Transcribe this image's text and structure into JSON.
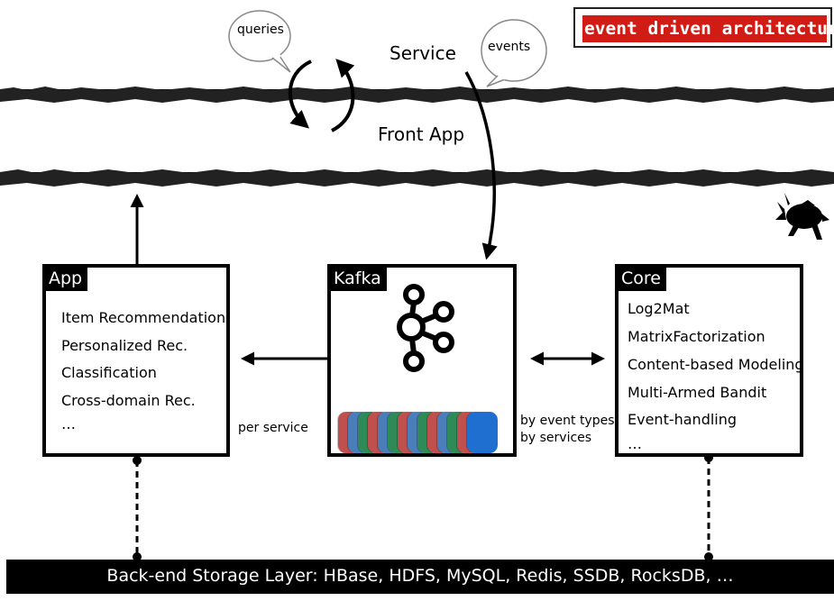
{
  "title": "event driven architecture",
  "layers": {
    "service": "Service",
    "front_app": "Front App"
  },
  "bubbles": {
    "queries": "queries",
    "events": "events"
  },
  "app_box": {
    "title": "App",
    "items": [
      "Item Recommendation",
      "Personalized Rec.",
      "Classification",
      "Cross-domain Rec.",
      "…"
    ]
  },
  "kafka_box": {
    "title": "Kafka"
  },
  "core_box": {
    "title": "Core",
    "items": [
      "Log2Mat",
      "MatrixFactorization",
      "Content-based Modeling",
      "Multi-Armed Bandit",
      "Event-handling",
      "…"
    ]
  },
  "annotations": {
    "per_service": "per service",
    "by_event_types": "by event types",
    "by_services": "by services"
  },
  "storage": "Back-end Storage Layer: HBase, HDFS, MySQL, Redis, SSDB, RocksDB, …",
  "partition_colors": [
    "#c0504d",
    "#4a7ebb",
    "#2e8b57",
    "#c0504d",
    "#4a7ebb",
    "#2e8b57",
    "#c0504d",
    "#4a7ebb",
    "#2e8b57",
    "#c0504d",
    "#4a7ebb",
    "#2e8b57",
    "#c0504d",
    "#1f6fd1"
  ]
}
